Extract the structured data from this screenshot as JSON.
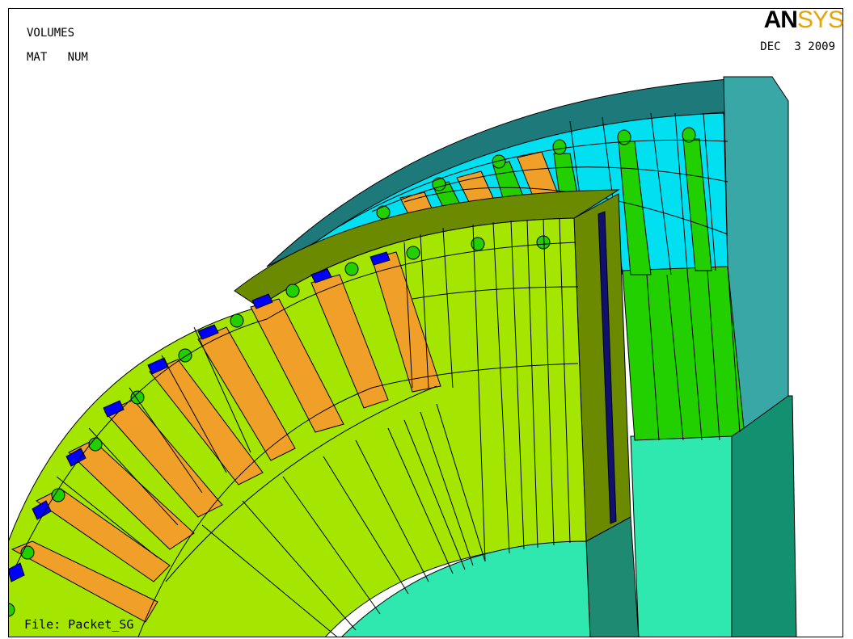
{
  "header": {
    "title_line1": "VOLUMES",
    "title_line2": "MAT   NUM",
    "date": "DEC  3 2009",
    "logo_part1": "AN",
    "logo_part2": "SYS"
  },
  "footer": {
    "file_label": "File: Packet_SG"
  },
  "colors": {
    "background": "#ffffff",
    "outer_yoke": "#1e7a7a",
    "outer_yoke_side": "#2a9a94",
    "outer_yoke_face": "#3aa7a7",
    "stator_teeth_top": "#14d8e0",
    "stator_teeth": "#00e0f0",
    "stator_lower": "#22d000",
    "inner_core": "#a4e600",
    "inner_core_side": "#6b8a00",
    "winding": "#f0a028",
    "slot_wedge": "#0000ff",
    "dark_strip": "#101070",
    "bore": "#2ee8b0",
    "shaft_side": "#1e8a72",
    "shaft_face": "#139070",
    "grid_line": "#000000",
    "logo_black": "#000000",
    "logo_orange": "#e8a400"
  }
}
